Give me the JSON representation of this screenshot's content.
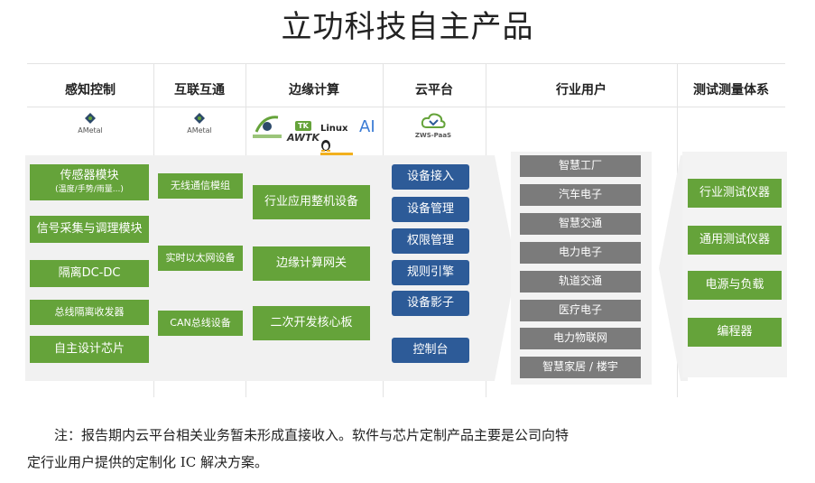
{
  "title": "立功科技自主产品",
  "columns": {
    "c1": "感知控制",
    "c2": "互联互通",
    "c3": "边缘计算",
    "c4": "云平台",
    "c5": "行业用户",
    "c6": "测试测量体系"
  },
  "logos": {
    "ametal_1": "AMetal",
    "ametal_2": "AMetal",
    "awtk": "AWTK",
    "linux": "Linux",
    "ai": "AI",
    "tk": "TK",
    "zws": "ZWS-PaaS"
  },
  "sensing": {
    "item1": "传感器模块",
    "item1_sub": "(温度/手势/雨量...)",
    "item2": "信号采集与调理模块",
    "item3": "隔离DC-DC",
    "item4": "总线隔离收发器",
    "item5": "自主设计芯片"
  },
  "interconnect": {
    "item1": "无线通信模组",
    "item2": "实时以太网设备",
    "item3": "CAN总线设备"
  },
  "edge": {
    "item1": "行业应用整机设备",
    "item2": "边缘计算网关",
    "item3": "二次开发核心板"
  },
  "cloud": {
    "item1": "设备接入",
    "item2": "设备管理",
    "item3": "权限管理",
    "item4": "规则引擎",
    "item5": "设备影子",
    "item6": "控制台"
  },
  "users": [
    "智慧工厂",
    "汽车电子",
    "智慧交通",
    "电力电子",
    "轨道交通",
    "医疗电子",
    "电力物联网",
    "智慧家居 / 楼宇"
  ],
  "testing": {
    "item1": "行业测试仪器",
    "item2": "通用测试仪器",
    "item3": "电源与负载",
    "item4": "编程器"
  },
  "note_line1": "注：报告期内云平台相关业务暂未形成直接收入。软件与芯片定制产品主要是公司向特",
  "note_line2": "定行业用户提供的定制化 IC 解决方案。",
  "colors": {
    "green": "#65a33a",
    "blue": "#2d5b98",
    "gray": "#7b7b7b"
  }
}
